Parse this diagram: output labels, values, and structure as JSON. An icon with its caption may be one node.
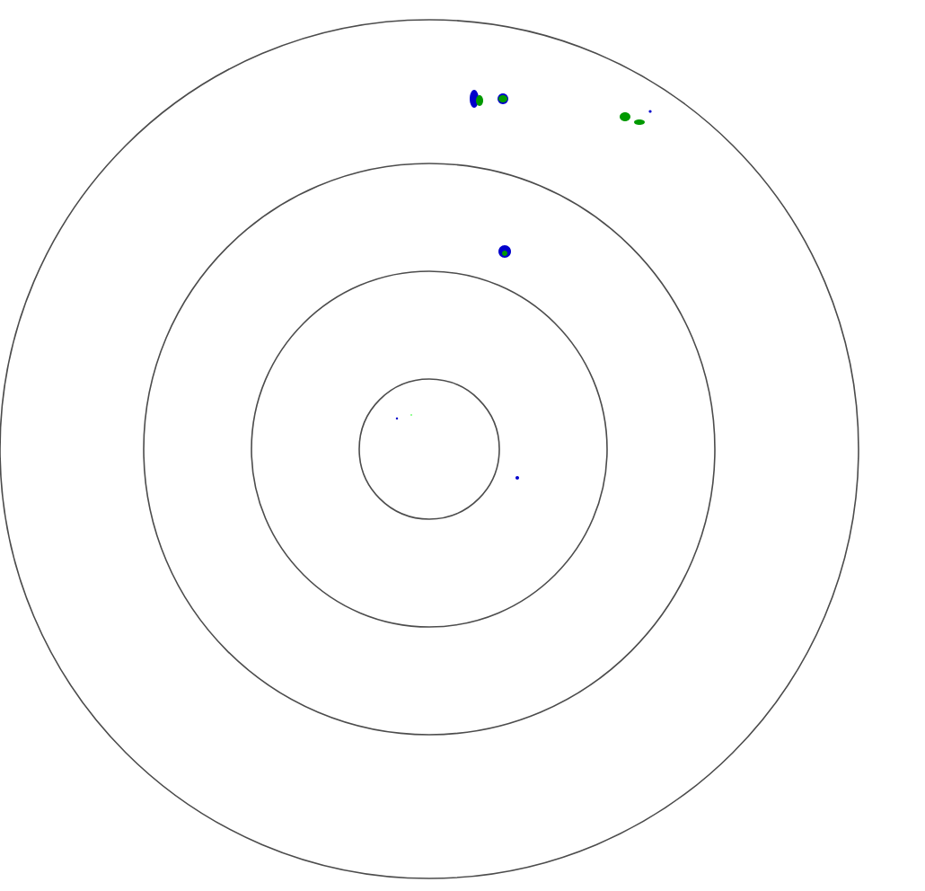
{
  "diagram": {
    "nodes": [
      {
        "text": [],
        "shape": "circle"
      },
      {
        "text": [],
        "shape": "circle",
        "in": 0
      },
      {
        "text": [],
        "shape": "circle",
        "in": 1
      },
      {
        "text": [],
        "shape": "circle",
        "in": 2
      }
    ]
  }
}
